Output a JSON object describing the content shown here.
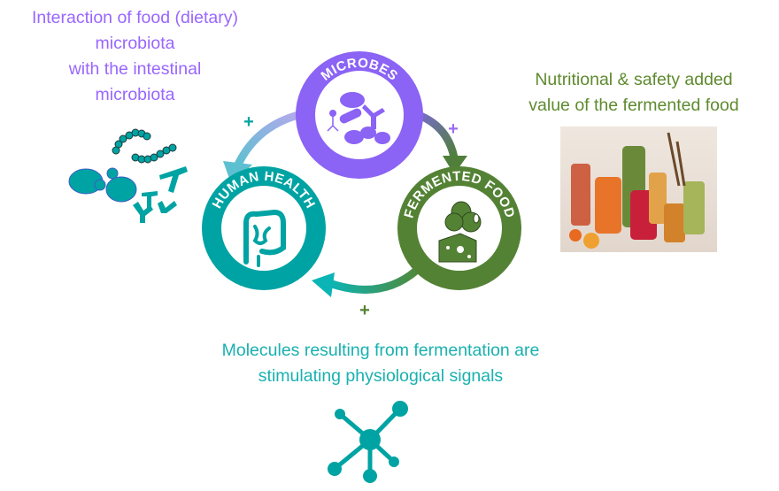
{
  "left_caption": [
    "Interaction of food (dietary)",
    "microbiota",
    "with the intestinal",
    "microbiota"
  ],
  "right_caption": [
    "Nutritional & safety added",
    "value of the fermented food"
  ],
  "bottom_caption": [
    "Molecules resulting from fermentation are",
    "stimulating physiological signals"
  ],
  "circles": {
    "microbes": "MICROBES",
    "human_health": "HUMAN HEALTH",
    "fermented_food": "FERMENTED FOOD"
  },
  "plus_signs": {
    "microbes_to_health": "+",
    "microbes_to_food": "+",
    "food_to_health": "+"
  },
  "colors": {
    "purple": "#8b63f5",
    "teal": "#00a3a3",
    "green": "#548235"
  }
}
